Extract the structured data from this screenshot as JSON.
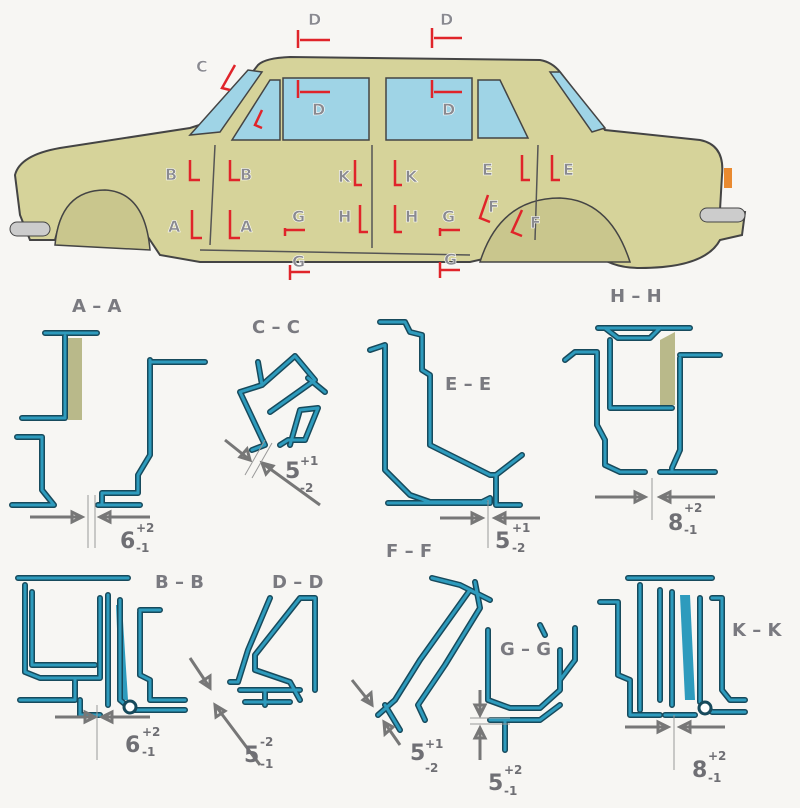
{
  "car": {
    "markers": [
      {
        "label": "D"
      },
      {
        "label": "D"
      },
      {
        "label": "D"
      },
      {
        "label": "D"
      },
      {
        "label": "C"
      },
      {
        "label": "B"
      },
      {
        "label": "B"
      },
      {
        "label": "K"
      },
      {
        "label": "K"
      },
      {
        "label": "E"
      },
      {
        "label": "E"
      },
      {
        "label": "A"
      },
      {
        "label": "A"
      },
      {
        "label": "G"
      },
      {
        "label": "H"
      },
      {
        "label": "H"
      },
      {
        "label": "G"
      },
      {
        "label": "F"
      },
      {
        "label": "F"
      },
      {
        "label": "G"
      },
      {
        "label": "G"
      }
    ],
    "colors": {
      "body": "#d6d39a",
      "glass": "#9fd4e6",
      "marker": "#e0242a",
      "section": "#2e9bbd"
    }
  },
  "sections": [
    {
      "title": "A – A",
      "dim": {
        "value": "6",
        "upper": "+2",
        "lower": "-1"
      }
    },
    {
      "title": "C – C",
      "dim": {
        "value": "5",
        "upper": "+1",
        "lower": "-2"
      }
    },
    {
      "title": "E – E",
      "dim": {
        "value": "5",
        "upper": "+1",
        "lower": "-2"
      }
    },
    {
      "title": "H – H",
      "dim": {
        "value": "8",
        "upper": "+2",
        "lower": "-1"
      }
    },
    {
      "title": "B – B",
      "dim": {
        "value": "6",
        "upper": "+2",
        "lower": "-1"
      }
    },
    {
      "title": "D – D",
      "dim": {
        "value": "5",
        "upper": "-2",
        "lower": "-1"
      }
    },
    {
      "title": "F – F",
      "dim": {
        "value": "5",
        "upper": "+1",
        "lower": "-2"
      }
    },
    {
      "title": "G – G",
      "dim": {
        "value": "5",
        "upper": "+2",
        "lower": "-1"
      }
    },
    {
      "title": "K – K",
      "dim": {
        "value": "8",
        "upper": "+2",
        "lower": "-1"
      }
    }
  ]
}
